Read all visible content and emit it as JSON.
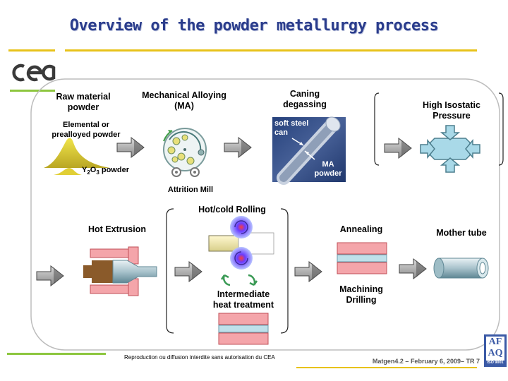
{
  "title": "Overview of the powder metallurgy process",
  "logo_text": "cea",
  "labels": {
    "raw_material": "Raw material\npowder",
    "elemental": "Elemental or\nprealloyed powder",
    "y2o3_a": "Y",
    "y2o3_b": "2",
    "y2o3_c": "O",
    "y2o3_d": "3",
    "y2o3_e": " powder",
    "mech_alloying": "Mechanical Alloying\n(MA)",
    "attrition_mill": "Attrition Mill",
    "caning": "Caning\ndegassing",
    "soft_steel_can": "soft steel\ncan",
    "ma_powder": "MA\npowder",
    "hip": "High Isostatic\nPressure",
    "hot_extrusion": "Hot Extrusion",
    "hot_cold_rolling": "Hot/cold Rolling",
    "intermediate_heat": "Intermediate\nheat treatment",
    "annealing": "Annealing",
    "machining": "Machining\nDrilling",
    "mother_tube": "Mother tube"
  },
  "footer": {
    "notice": "Reproduction ou diffusion interdite sans autorisation du CEA",
    "slide_ref": "Matgen4.2 – February 6, 2009– TR 7"
  },
  "badge": {
    "line1": "AF",
    "line2": "AQ",
    "line3": "ISO 9001"
  }
}
